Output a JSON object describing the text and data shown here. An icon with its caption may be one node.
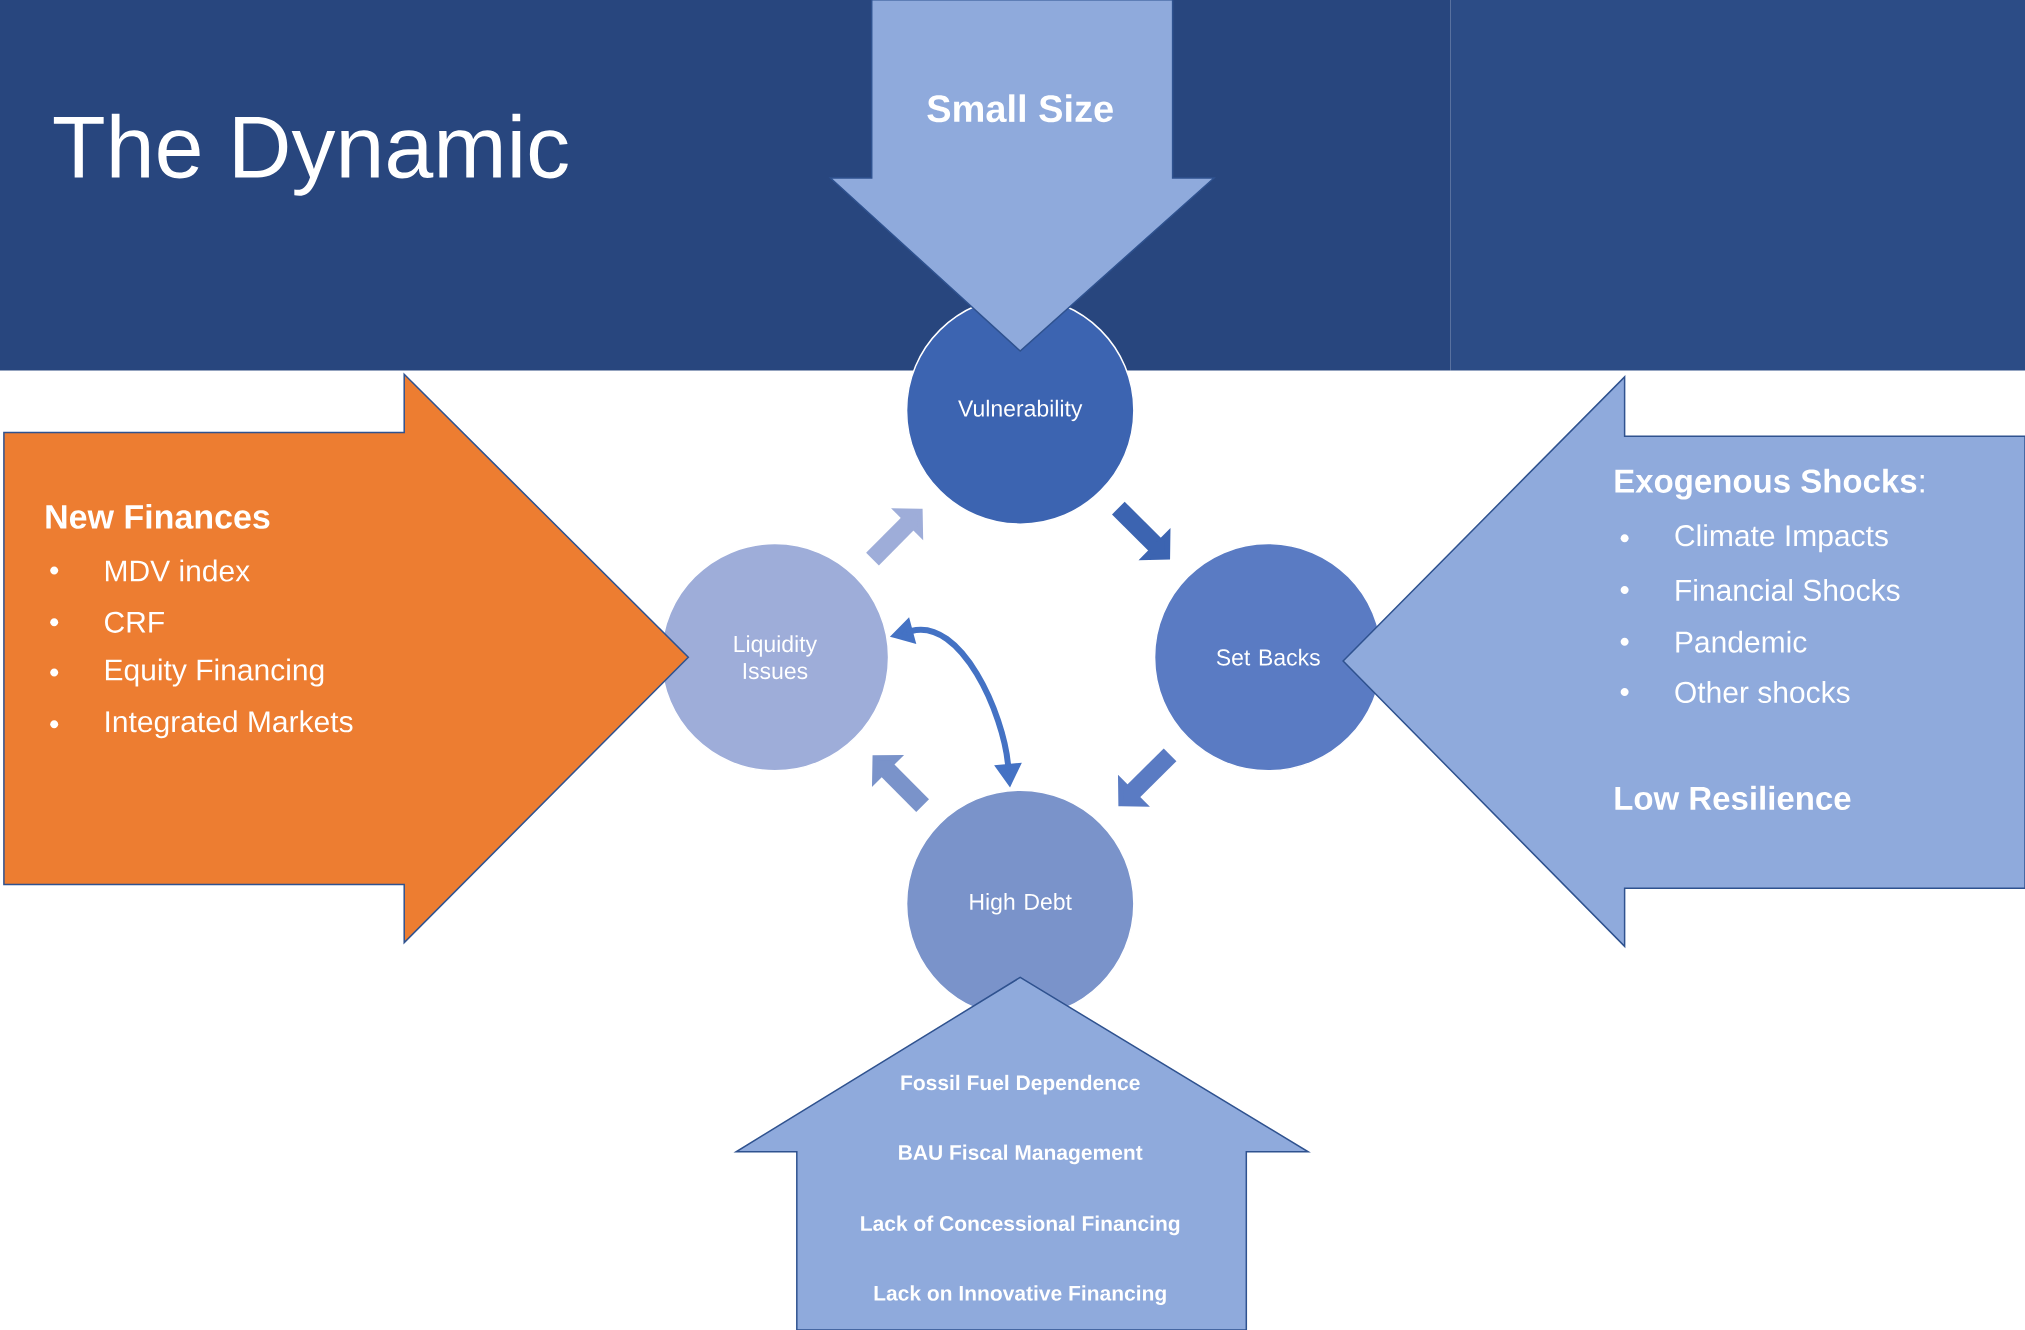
{
  "diagram": {
    "title": "The Dynamic",
    "nodes": [
      {
        "text": [
          "Small Size"
        ]
      },
      {
        "text": [
          "Vulnerability"
        ]
      },
      {
        "text": [
          "New Finances",
          "MDV index",
          "CRF",
          "Equity Financing",
          "Integrated Markets"
        ]
      },
      {
        "text": [
          "Liquidity Issues"
        ]
      },
      {
        "text": [
          "Set Backs"
        ]
      },
      {
        "text": [
          "**Exogenous Shocks**:",
          "Climate Impacts",
          "Financial Shocks",
          "Pandemic",
          "Other shocks",
          "Low Resilience"
        ]
      },
      {
        "text": [
          "High Debt"
        ]
      },
      {
        "text": [
          "Fossil Fuel Dependence",
          "BAU Fiscal Management",
          "Lack of Concessional Financing",
          "Lack on Innovative Financing"
        ]
      }
    ],
    "edges": [
      {
        "from": 1,
        "to": 4,
        "arrow": "to",
        "color": "#3c64b1"
      },
      {
        "from": 4,
        "to": 6,
        "arrow": "to",
        "color": "#5a7bc3"
      },
      {
        "from": 6,
        "to": 3,
        "arrow": "to",
        "color": "#7a93ca"
      },
      {
        "from": 3,
        "to": 1,
        "arrow": "to",
        "color": "#9eadd9"
      },
      {
        "from": 3,
        "to": 6,
        "arrow": "both",
        "color": "#4472c4"
      }
    ]
  }
}
